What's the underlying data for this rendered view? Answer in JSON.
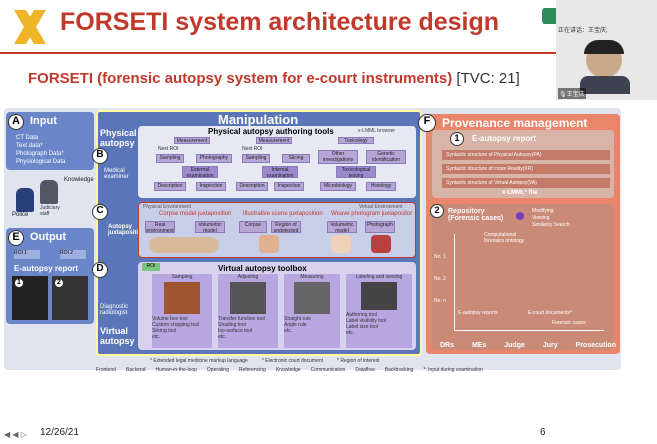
{
  "slide": {
    "title": "FORSETI system architecture design",
    "subtitle": "FORSETI (forensic autopsy system for e-court instruments)",
    "tvc": "[TVC: 21]",
    "date": "12/26/21",
    "page": "6"
  },
  "video": {
    "speaking": "正在讲话：王宝庆;",
    "name": "王宝庆"
  },
  "input": {
    "label": "A",
    "title": "Input",
    "items": [
      "CT Data",
      "Text data*",
      "Photograph Data*",
      "Physiological Data"
    ],
    "knowledge": "Knowledge",
    "police": "Police",
    "staff": "Judiciary staff"
  },
  "output": {
    "label": "E",
    "title": "Output",
    "roi1": "ROI 1",
    "roi2": "ROI 2",
    "report": "E-autopsy report",
    "n1": "1",
    "n2": "2"
  },
  "manip": {
    "title": "Manipulation",
    "physical": "Physical autopsy",
    "b": "B",
    "examiner": "Medical examiner",
    "tools_title": "Physical autopsy authoring tools",
    "xlmml": "x-LMML browser",
    "top_boxes": [
      "Measurement",
      "Measurement",
      "Toxicology"
    ],
    "mid_boxes": [
      "Sampling",
      "Photography",
      "Sampling",
      "Slicing",
      "Other investigations",
      "Genetic identification"
    ],
    "sub_boxes": [
      "External examination",
      "Internal examination",
      "Toxicological testing"
    ],
    "bot_boxes": [
      "Description",
      "Inspection",
      "Description",
      "Inspection",
      "Microbiology",
      "Histology"
    ],
    "nextroi": "Next ROI",
    "c": "C",
    "juxta": "Autopsy juxtaposition",
    "phys_env": "Physical Environment",
    "virt_env": "Virtual Environment",
    "corpse_model": "Corpse model juxtaposition",
    "illus": "Illustrative scene juxtaposition",
    "weave": "Weave photogram juxtapositor",
    "real": "Real environment",
    "vol": "Volumetric model",
    "corpse": "Corpse",
    "roi_box": "Region of undetected",
    "volmodel": "Volumetric model",
    "photo": "Photograph",
    "d": "D",
    "diag": "Diagnostic radiologist",
    "virtual": "Virtual autopsy",
    "vt_title": "Virtual autopsy toolbox",
    "roi": "ROI",
    "vt_cols": [
      {
        "name": "Sampling",
        "tools": [
          "Volume box tool",
          "Custom cropping tool",
          "Slicing tool",
          "etc."
        ]
      },
      {
        "name": "Adjusting",
        "tools": [
          "Transfer function tool",
          "Shading tool",
          "Iso-surface tool",
          "etc."
        ]
      },
      {
        "name": "Measuring",
        "tools": [
          "Straight rule",
          "Angle rule",
          "etc."
        ]
      },
      {
        "name": "Labeling and viewing",
        "tools": [
          "Authoring tool",
          "Label visibility tool",
          "Label size tool",
          "etc."
        ]
      }
    ]
  },
  "prov": {
    "f": "F",
    "title": "Provenance management",
    "n1": "1",
    "report": "E-autopsy report",
    "structs": [
      "Syntactic structure of Physical Autopsy(PA)",
      "Syntactic structure of cross Reality(XR)",
      "Syntactic structure of Virtual Autopsy(VA)"
    ],
    "file": "x-LMML* file",
    "n2": "2",
    "repo": "Repository (Forensic cases)",
    "legend": [
      "Modifying",
      "Viewing",
      "Similarity Search"
    ],
    "ontology": "Computational forensics ontology",
    "no1": "No. 1",
    "no2": "No. 2",
    "no3": "No. n",
    "ea": "E-autopsy reports",
    "ec": "E-court documents*",
    "axis": "Forensic cases",
    "roles": [
      "DRs",
      "MEs",
      "Judge",
      "Jury",
      "Prosecution"
    ]
  },
  "legend": {
    "notes": [
      "* Extended legal medicine markup language",
      "* Electronic court document",
      "* Region of interest"
    ],
    "items": [
      "Frontend",
      "Backend",
      "Human-in-the-loop",
      "Operating",
      "Referencing",
      "Knowledge",
      "Communication",
      "Dataflow",
      "Backtracking",
      "*: Input during examination"
    ]
  },
  "colors": {
    "red": "#c0392b",
    "blue": "#6a86c8",
    "orange": "#e8856a",
    "purple": "#b6a6d8"
  }
}
